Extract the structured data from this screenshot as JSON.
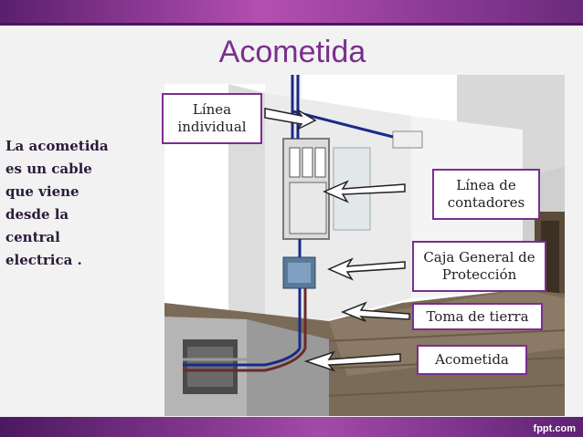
{
  "slide": {
    "title": "Acometida",
    "body_text": "La acometida\nes un  cable\nque viene\ndesde la\ncentral\nelectrica .",
    "brand": "fppt.com"
  },
  "labels": {
    "linea_individual": "Línea\nindividual",
    "linea_contadores": "Línea de\ncontadores",
    "caja_general": "Caja General de\nProtección",
    "toma_tierra": "Toma de tierra",
    "acometida": "Acometida"
  },
  "colors": {
    "accent": "#7b2e8e",
    "band_dark": "#4a1559",
    "band_light": "#b34fb0"
  }
}
